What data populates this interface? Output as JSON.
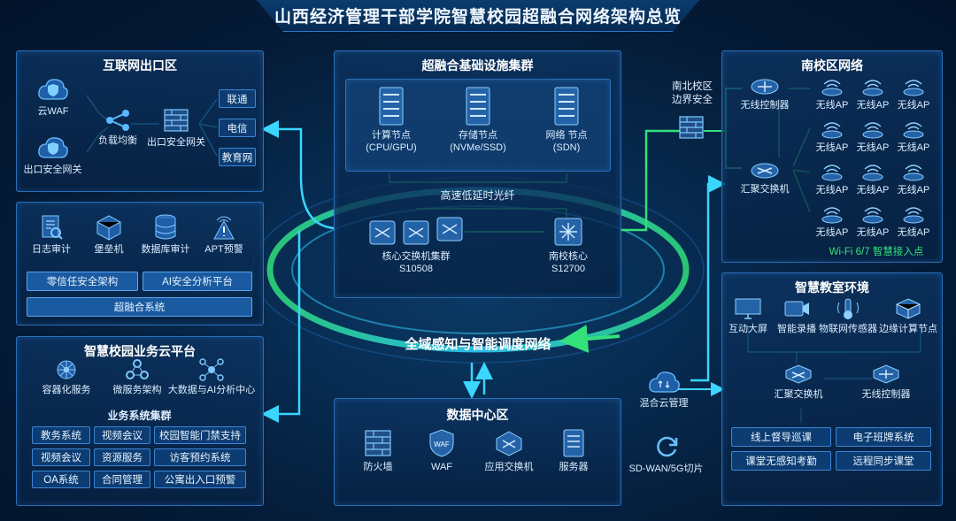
{
  "title": "山西经济管理干部学院智慧校园超融合网络架构总览",
  "internet_exit": {
    "title": "互联网出口区",
    "cloud_waf": "云WAF",
    "exit_gateway_left": "出口安全网关",
    "load_balancer": "负载均衡",
    "exit_gateway": "出口安全网关",
    "isps": [
      "联通",
      "电信",
      "教育网"
    ]
  },
  "security": {
    "items": [
      "日志审计",
      "堡垒机",
      "数据库审计",
      "APT预警"
    ],
    "zero_trust": "零信任安全架构",
    "ai_analysis": "AI安全分析平台",
    "hci_system": "超融合系统"
  },
  "cloud_platform": {
    "title": "智慧校园业务云平台",
    "services": [
      "容器化服务",
      "微服务架构",
      "大数据与AI分析中心"
    ],
    "cluster_title": "业务系统集群",
    "systems": [
      [
        "教务系统",
        "视频会议",
        "校园智能门禁支持"
      ],
      [
        "视频会议",
        "资源服务",
        "访客预约系统"
      ],
      [
        "OA系统",
        "合同管理",
        "公寓出入口预警"
      ]
    ]
  },
  "hci_cluster": {
    "title": "超融合基础设施集群",
    "nodes": [
      {
        "name": "计算节点",
        "sub": "(CPU/GPU)"
      },
      {
        "name": "存储节点",
        "sub": "(NVMe/SSD)"
      },
      {
        "name": "网络 节点",
        "sub": "(SDN)"
      }
    ],
    "fiber": "高速低延时光纤",
    "core_switch": "核心交换机集群",
    "core_switch_model": "S10508",
    "south_core": "南校核心",
    "south_core_model": "S12700"
  },
  "border": {
    "line1": "南北校区",
    "line2": "边界安全"
  },
  "south_campus": {
    "title": "南校区网络",
    "wireless_controller": "无线控制器",
    "aggregation_switch": "汇聚交换机",
    "ap_label": "无线AP",
    "wifi": "Wi-Fi 6/7 智慧接入点"
  },
  "center_ring": "全域感知与智能调度网络",
  "datacenter": {
    "title": "数据中心区",
    "items": [
      "防火墙",
      "WAF",
      "应用交换机",
      "服务器"
    ]
  },
  "hybrid_cloud": "混合云管理",
  "sdwan": "SD-WAN/5G切片",
  "classroom": {
    "title": "智慧教室环境",
    "devices": [
      "互动大屏",
      "智能录播",
      "物联网传感器",
      "边缘计算节点"
    ],
    "aggregation_switch": "汇聚交换机",
    "wireless_controller": "无线控制器",
    "apps": [
      "线上督导巡课",
      "电子班牌系统",
      "课堂无感知考勤",
      "远程同步课堂"
    ]
  },
  "colors": {
    "accent_blue": "#3aa0ff",
    "accent_green": "#2fe07a",
    "line_cyan": "#2fd4ff"
  }
}
